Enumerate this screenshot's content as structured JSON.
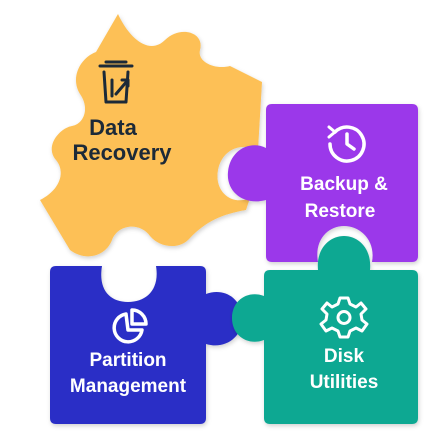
{
  "pieces": {
    "data_recovery": {
      "line1": "Data",
      "line2": "Recovery",
      "color": "#FDC056",
      "text_color": "#1F2937",
      "icon": "trash-restore-icon"
    },
    "backup_restore": {
      "line1": "Backup &",
      "line2": "Restore",
      "color": "#9B39EA",
      "text_color": "#FFFFFF",
      "icon": "history-clock-icon"
    },
    "partition_management": {
      "line1": "Partition",
      "line2": "Management",
      "color": "#2A2FC6",
      "text_color": "#FFFFFF",
      "icon": "pie-chart-icon"
    },
    "disk_utilities": {
      "line1": "Disk",
      "line2": "Utilities",
      "color": "#0FA892",
      "text_color": "#FFFFFF",
      "icon": "gear-icon"
    }
  }
}
